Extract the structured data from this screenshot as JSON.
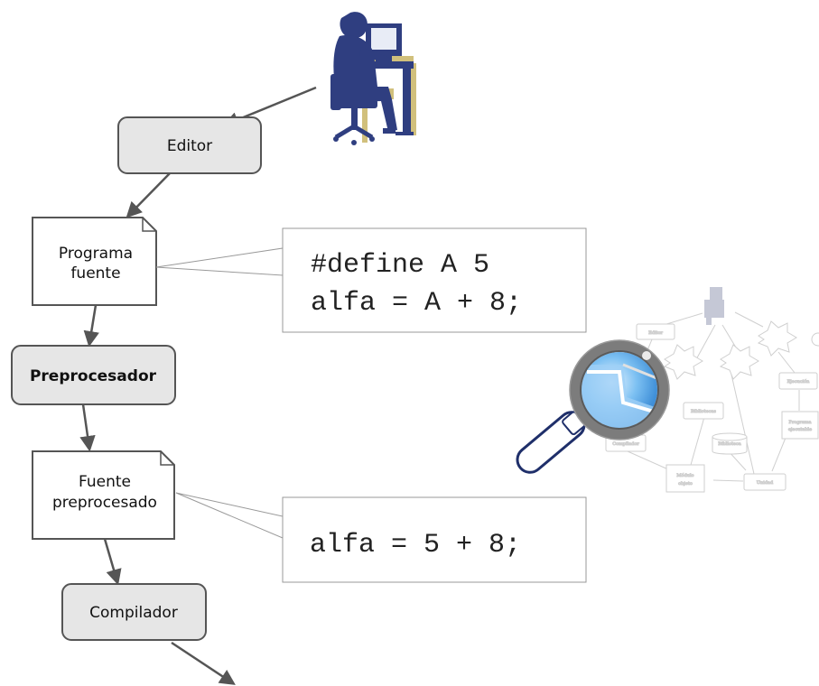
{
  "diagram": {
    "nodes": {
      "editor": "Editor",
      "source_program": [
        "Programa",
        "fuente"
      ],
      "preprocessor": "Preprocesador",
      "preprocessed_source": [
        "Fuente",
        "preprocesado"
      ],
      "compiler": "Compilador"
    },
    "code_samples": {
      "source": [
        "#define A 5",
        "alfa = A + 8;"
      ],
      "preprocessed": [
        "alfa = 5 + 8;"
      ]
    },
    "overview_thumbnail": {
      "labels": [
        "Editor",
        "Bibliotecas",
        "Biblioteca",
        "Ejecución",
        "Programa",
        "ejecutable",
        "Compilador",
        "Módulo",
        "objeto",
        "Unidad"
      ]
    },
    "colors": {
      "process_fill": "#e6e6e6",
      "stroke": "#555555",
      "person": "#2f3e80",
      "person_shadow": "#d1c07c",
      "magnifier_ring": "#7c7c7c",
      "lens": "#5aa8e8",
      "handle": "#1f2f6a",
      "thumbnail": "#cfcfcf"
    }
  }
}
